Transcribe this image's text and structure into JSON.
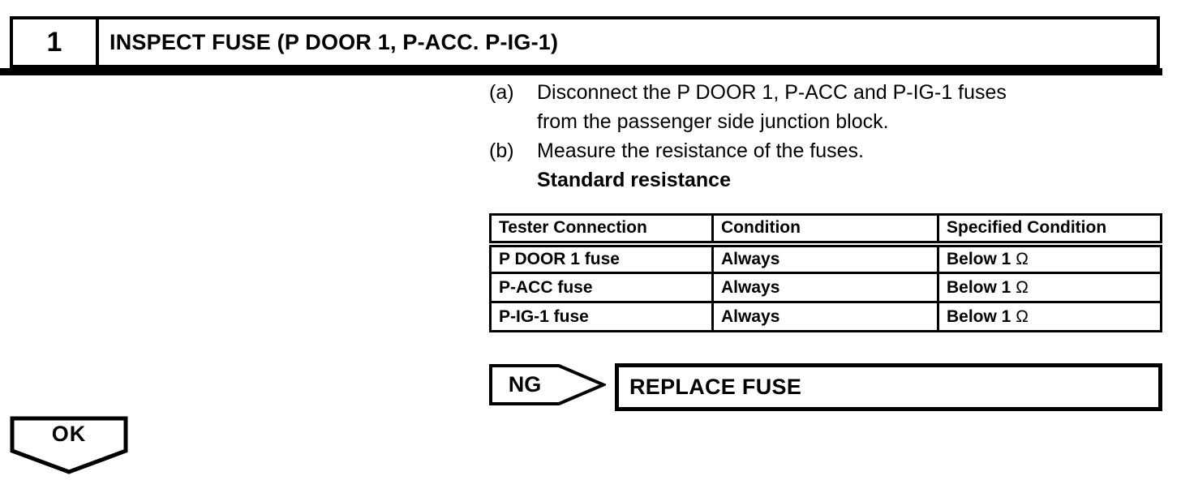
{
  "colors": {
    "ink": "#000000",
    "paper": "#ffffff"
  },
  "header": {
    "step_number": "1",
    "title": "INSPECT FUSE (P DOOR 1, P-ACC. P-IG-1)"
  },
  "instructions": {
    "step_a_label": "(a)",
    "step_a_line1": "Disconnect the P DOOR 1, P-ACC and P-IG-1 fuses",
    "step_a_line2": "from the passenger side junction block.",
    "step_b_label": "(b)",
    "step_b_text": "Measure the resistance of the fuses.",
    "subheading": "Standard resistance"
  },
  "table": {
    "headers": [
      "Tester Connection",
      "Condition",
      "Specified Condition"
    ],
    "rows": [
      {
        "connection": "P DOOR 1 fuse",
        "condition": "Always",
        "specified": "Below 1",
        "unit": "Ω"
      },
      {
        "connection": "P-ACC fuse",
        "condition": "Always",
        "specified": "Below 1",
        "unit": "Ω"
      },
      {
        "connection": "P-IG-1 fuse",
        "condition": "Always",
        "specified": "Below 1",
        "unit": "Ω"
      }
    ]
  },
  "flow": {
    "ng_label": "NG",
    "ng_action": "REPLACE FUSE",
    "ok_label": "OK"
  }
}
